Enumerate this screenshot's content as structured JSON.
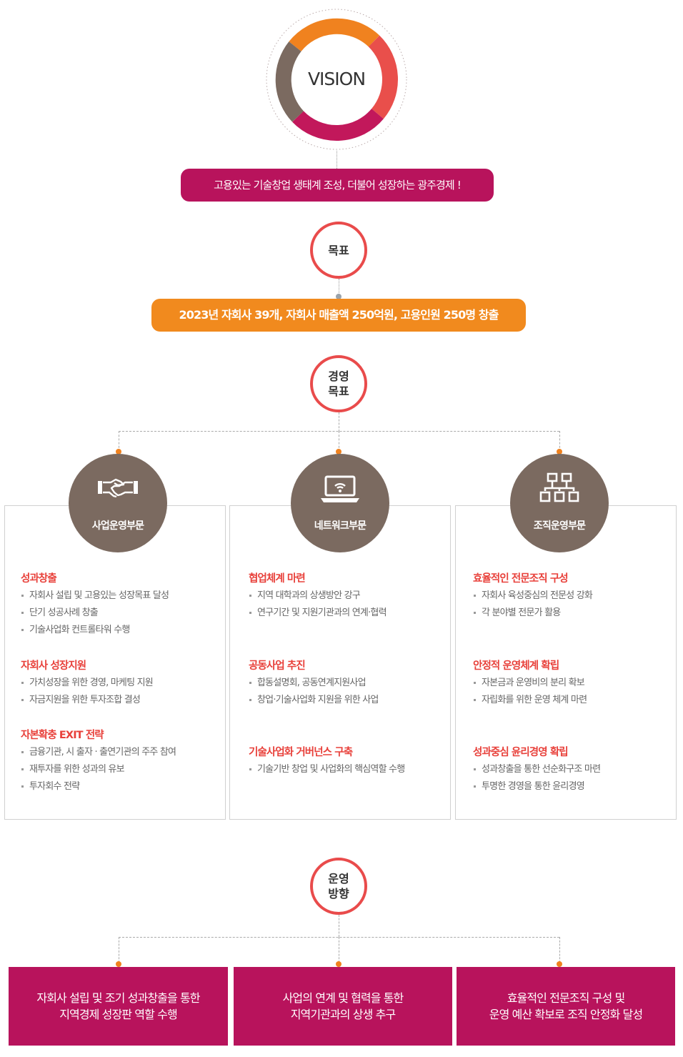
{
  "vision": {
    "label": "VISION",
    "statement": "고용있는 기술창업 생태계 조성, 더불어 성장하는 광주경제 !",
    "ring_colors": [
      "#f0821f",
      "#e94f4b",
      "#c2185b",
      "#7b6a60"
    ]
  },
  "goal": {
    "circle_label": "목표",
    "statement": "2023년 자회사 39개, 자회사 매출액 250억원, 고용인원 250명 창출"
  },
  "management_goal": {
    "line1": "경영",
    "line2": "목표"
  },
  "departments": [
    {
      "name": "사업운영부문",
      "icon": "handshake-icon",
      "sections": [
        {
          "heading": "성과창출",
          "items": [
            "자회사 설립 및 고용있는 성장목표 달성",
            "단기 성공사례 창출",
            "기술사업화 컨트롤타워 수행"
          ]
        },
        {
          "heading": "자회사 성장지원",
          "items": [
            "가치성장을 위한 경영, 마케팅 지원",
            "자금지원을 위한 투자조합 결성"
          ]
        },
        {
          "heading": "자본확충 EXIT 전략",
          "items": [
            "금융기관, 시 출자 · 출연기관의 주주 참여",
            "재투자를 위한 성과의 유보",
            "투자회수 전략"
          ]
        }
      ]
    },
    {
      "name": "네트워크부문",
      "icon": "laptop-wifi-icon",
      "sections": [
        {
          "heading": "협업체계 마련",
          "items": [
            "지역 대학과의 상생방안 강구",
            "연구기간 및 지원기관과의 연계·협력"
          ]
        },
        {
          "heading": "공동사업 추진",
          "items": [
            "합동설명회, 공동연계지원사업",
            "창업·기술사업화 지원을 위한 사업"
          ]
        },
        {
          "heading": "기술사업화 거버넌스 구축",
          "items": [
            "기술기반 창업 및 사업화의 핵심역할 수행"
          ]
        }
      ]
    },
    {
      "name": "조직운영부문",
      "icon": "org-chart-icon",
      "sections": [
        {
          "heading": "효율적인 전문조직 구성",
          "items": [
            "자회사 육성중심의 전문성 강화",
            "각 분야별 전문가 활용"
          ]
        },
        {
          "heading": "안정적 운영체계 확립",
          "items": [
            "자본금과 운영비의 분리 확보",
            "자립화를 위한 운영 체계 마련"
          ]
        },
        {
          "heading": "성과중심 윤리경영 확립",
          "items": [
            "성과창출을 통한 선순화구조 마련",
            "투명한 경영을 통한 윤리경영"
          ]
        }
      ]
    }
  ],
  "operation_direction": {
    "line1": "운영",
    "line2": "방향",
    "items": [
      {
        "line1": "자회사 설립 및 조기 성과창출을 통한",
        "line2": "지역경제 성장판 역할 수행"
      },
      {
        "line1": "사업의 연계 및 협력을 통한",
        "line2": "지역기관과의 상생 추구"
      },
      {
        "line1": "효율적인 전문조직 구성 및",
        "line2": "운영 예산 확보로 조직 안정화 달성"
      }
    ]
  },
  "colors": {
    "accent_red": "#e94b4b",
    "magenta": "#b8135c",
    "orange": "#f18a1e",
    "brown": "#7b6a60"
  }
}
